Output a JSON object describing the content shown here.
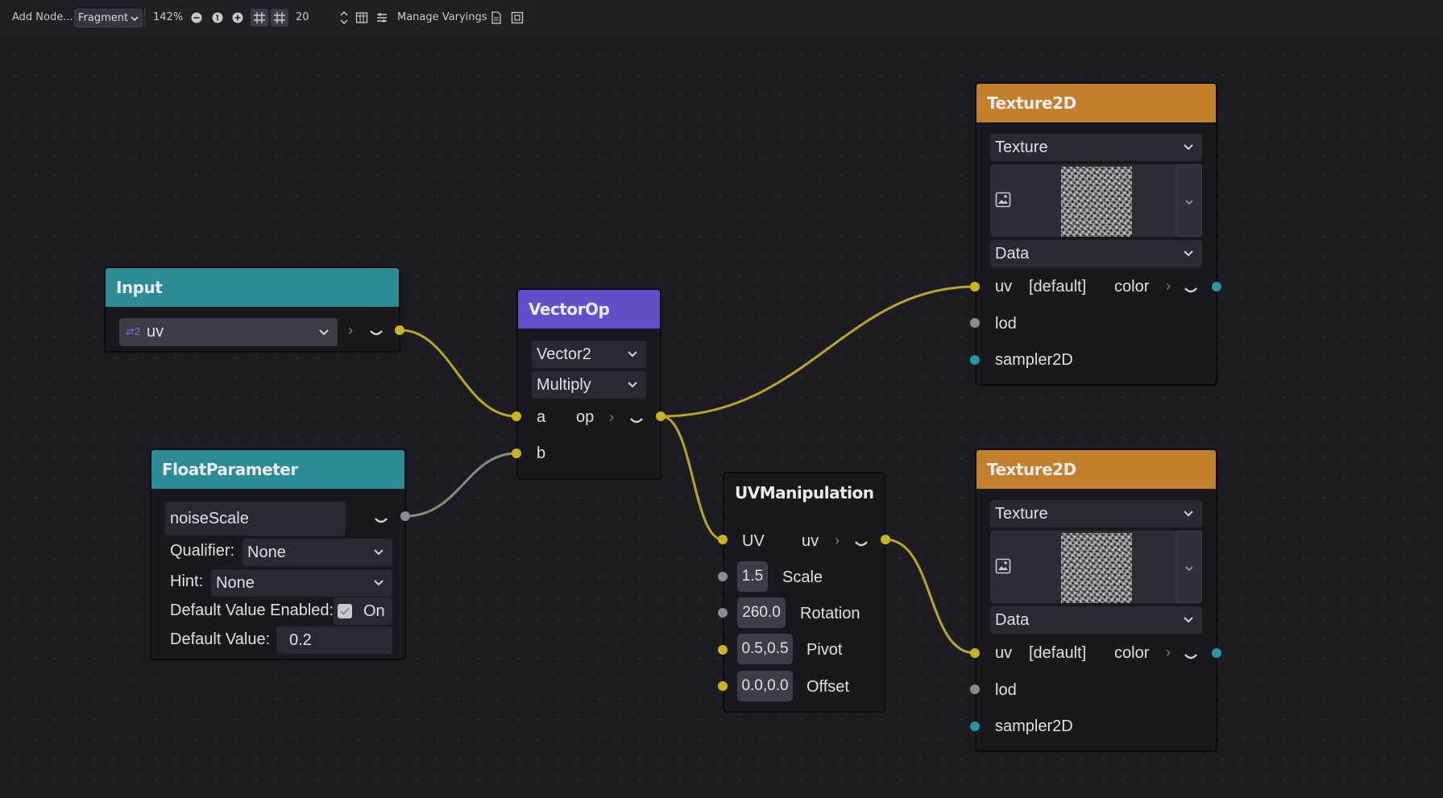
{
  "toolbar": {
    "add_node_label": "Add Node...",
    "stage_select": "Fragment",
    "zoom": "142%",
    "grid_size": "20",
    "manage_varyings_label": "Manage Varyings"
  },
  "nodes": {
    "input": {
      "title": "Input",
      "type_badge": "2",
      "value": "uv"
    },
    "float_parameter": {
      "title": "FloatParameter",
      "name_value": "noiseScale",
      "qualifier_label": "Qualifier:",
      "qualifier_value": "None",
      "hint_label": "Hint:",
      "hint_value": "None",
      "default_enabled_label": "Default Value Enabled:",
      "default_enabled_state": "On",
      "default_enabled_checked": true,
      "default_value_label": "Default Value:",
      "default_value": "0.2"
    },
    "vector_op": {
      "title": "VectorOp",
      "type_value": "Vector2",
      "op_value": "Multiply",
      "input_a": "a",
      "output_label": "op",
      "input_b": "b"
    },
    "uv_manipulation": {
      "title": "UVManipulation",
      "input_uv": "UV",
      "output_uv": "uv",
      "scale_value": "1.5",
      "scale_label": "Scale",
      "rotation_value": "260.0",
      "rotation_label": "Rotation",
      "pivot_value": "0.5,0.5",
      "pivot_label": "Pivot",
      "offset_value": "0.0,0.0",
      "offset_label": "Offset"
    },
    "texture_top": {
      "title": "Texture2D",
      "texture_select": "Texture",
      "data_select": "Data",
      "uv_label": "uv",
      "default_label": "[default]",
      "color_label": "color",
      "lod_label": "lod",
      "sampler_label": "sampler2D"
    },
    "texture_bottom": {
      "title": "Texture2D",
      "texture_select": "Texture",
      "data_select": "Data",
      "uv_label": "uv",
      "default_label": "[default]",
      "color_label": "color",
      "lod_label": "lod",
      "sampler_label": "sampler2D"
    }
  },
  "colors": {
    "canvas_bg": "#1b1d23",
    "header_teal": "#2b8c96",
    "header_purple": "#5f4fc8",
    "header_orange": "#c27f2c",
    "port_yellow": "#c9b424",
    "port_gray": "#8a8c91",
    "port_teal": "#2b95a0",
    "edge_yellow": "#b8a52a",
    "edge_gray": "#8e8a70"
  }
}
